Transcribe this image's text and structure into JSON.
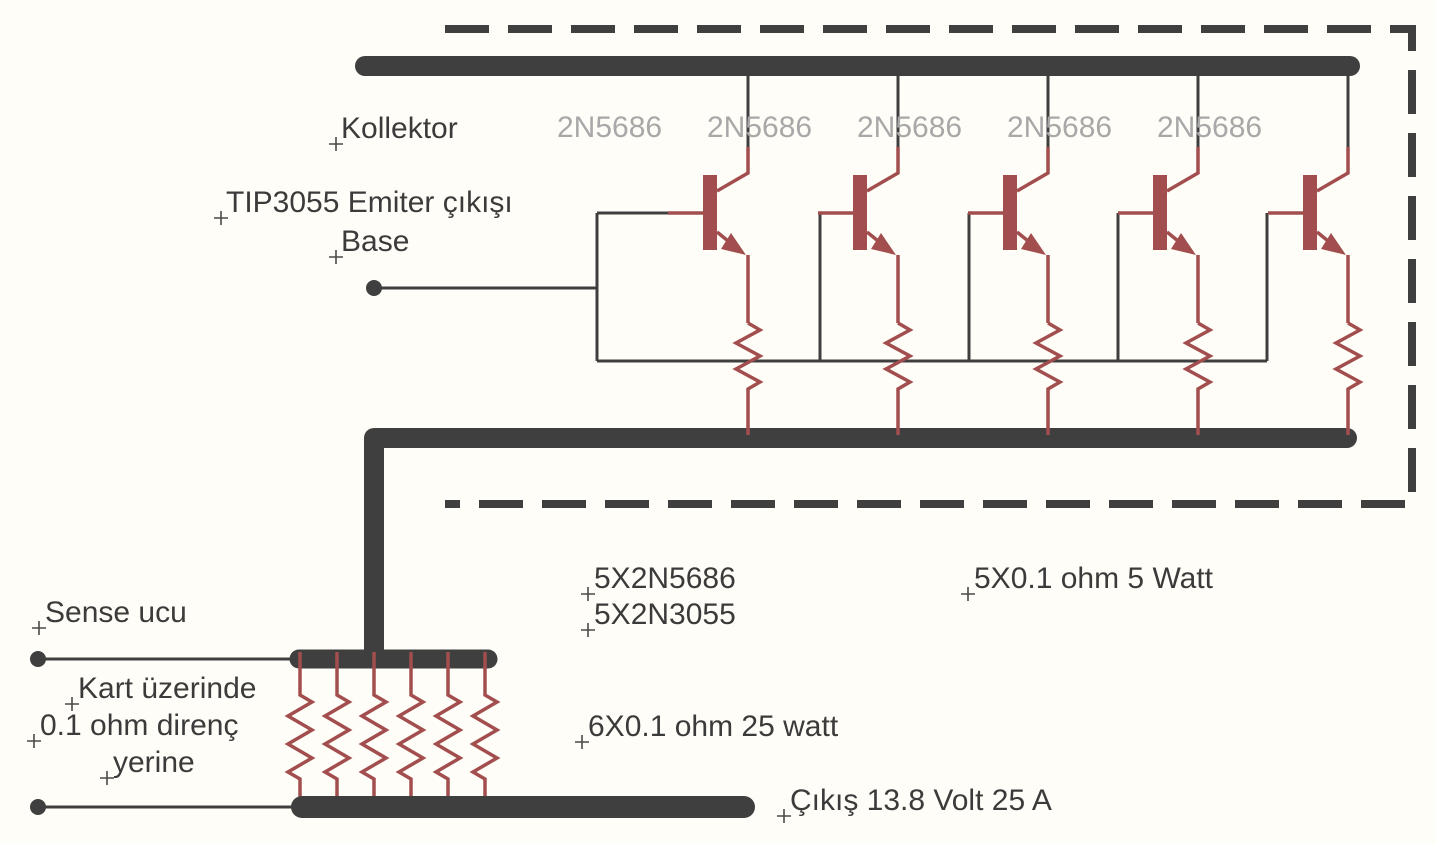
{
  "diagram": {
    "labels": {
      "kollektor": "Kollektor",
      "tip3055_emitter": "TIP3055 Emiter çıkışı",
      "base": "Base",
      "sense": "Sense ucu",
      "kart_line1": "Kart üzerinde",
      "kart_line2": "0.1 ohm direnç",
      "kart_line3": "yerine",
      "five_x_2n5686": "5X2N5686",
      "five_x_2n3055": "5X2N3055",
      "five_x_resistor": "5X0.1 ohm 5 Watt",
      "six_x_resistor": "6X0.1 ohm 25 watt",
      "output": "Çıkış 13.8 Volt 25 A"
    },
    "transistors": [
      {
        "label": "2N5686"
      },
      {
        "label": "2N5686"
      },
      {
        "label": "2N5686"
      },
      {
        "label": "2N5686"
      },
      {
        "label": "2N5686"
      }
    ],
    "colors": {
      "wire_dark": "#3f3f3f",
      "component_red": "#a34e4e",
      "part_label_gray": "#a8a8a8",
      "text_dark": "#3b3b3b",
      "background": "#fffdf7"
    }
  }
}
